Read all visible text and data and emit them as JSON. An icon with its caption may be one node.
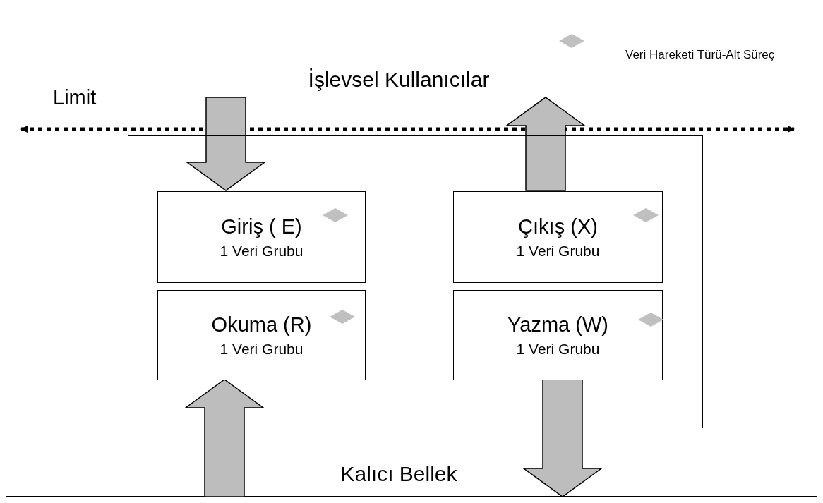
{
  "diagram": {
    "nodes": [
      {
        "text": [
          "İşlevsel Kullanıcılar"
        ]
      },
      {
        "text": [],
        "shape": "box"
      },
      {
        "text": [
          "Giriş ( E)",
          "1 Veri Grubu"
        ],
        "in": 1
      },
      {
        "text": [
          "Çıkış (X)",
          "1 Veri Grubu"
        ],
        "in": 1
      },
      {
        "text": [
          "Okuma (R)",
          "1 Veri Grubu"
        ],
        "in": 1
      },
      {
        "text": [
          "Yazma (W)",
          "1 Veri Grubu"
        ],
        "in": 1
      },
      {
        "text": [
          "Kalıcı Bellek"
        ]
      }
    ],
    "edges": [
      {
        "from": 0,
        "to": 2,
        "arrow": "to"
      },
      {
        "from": 3,
        "to": 0,
        "arrow": "to"
      },
      {
        "from": 6,
        "to": 4,
        "arrow": "to"
      },
      {
        "from": 5,
        "to": 6,
        "arrow": "to"
      }
    ],
    "labels": [
      "Limit"
    ],
    "legend": [
      {
        "text": "Veri Hareketi Türü-Alt Süreç"
      }
    ]
  }
}
